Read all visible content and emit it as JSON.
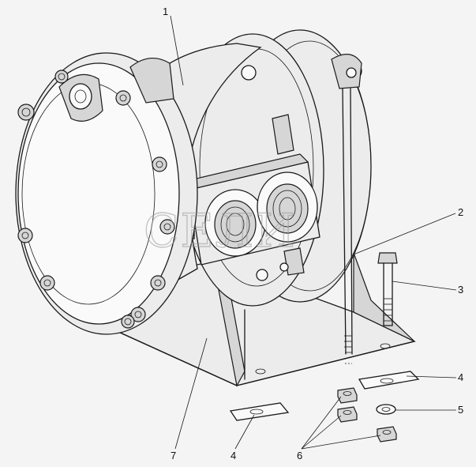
{
  "watermark": "СЕЛИ",
  "callouts": [
    {
      "id": "callout-1",
      "text": "1"
    },
    {
      "id": "callout-2",
      "text": "2"
    },
    {
      "id": "callout-3",
      "text": "3"
    },
    {
      "id": "callout-4a",
      "text": "4"
    },
    {
      "id": "callout-5",
      "text": "5"
    },
    {
      "id": "callout-4b",
      "text": "4"
    },
    {
      "id": "callout-6",
      "text": "6"
    },
    {
      "id": "callout-7",
      "text": "7"
    }
  ]
}
